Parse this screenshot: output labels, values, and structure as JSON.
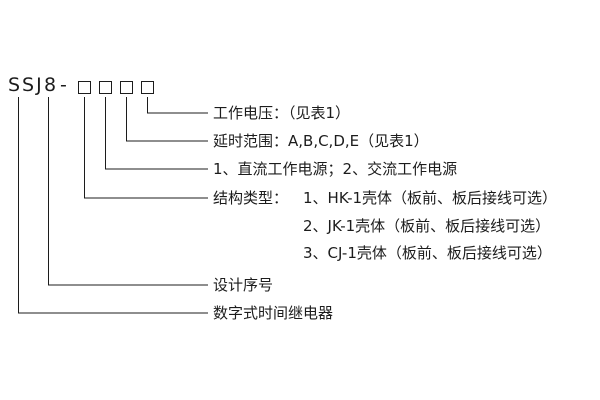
{
  "model": {
    "code": "SSJ",
    "serial": "8",
    "dash": "-"
  },
  "labels": {
    "working_voltage": "工作电压：（见表1）",
    "delay_range": "延时范围：A,B,C,D,E（见表1）",
    "power_source": "1、直流工作电源；2、交流工作电源",
    "structure_title": "结构类型：",
    "structure_item1": "1、HK-1壳体（板前、板后接线可选）",
    "structure_item2": "2、JK-1壳体（板前、板后接线可选）",
    "structure_item3": "3、CJ-1壳体（板前、板后接线可选）",
    "design_serial": "设计序号",
    "product_name": "数字式时间继电器"
  }
}
